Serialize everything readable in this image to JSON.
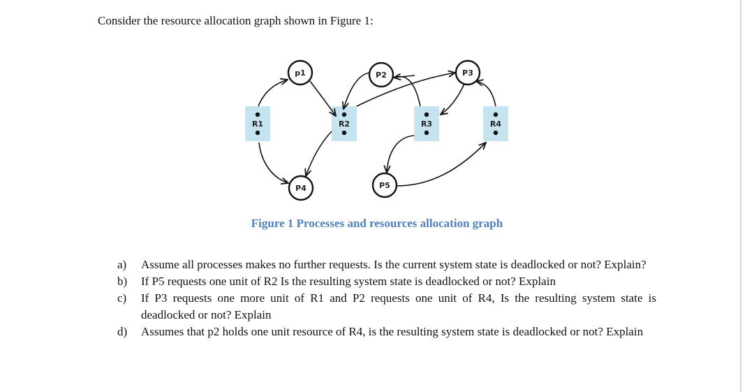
{
  "document": {
    "intro": "Consider the resource allocation graph shown in Figure 1:",
    "figure": {
      "processes": [
        {
          "id": "p1",
          "label": "p1"
        },
        {
          "id": "p2",
          "label": "P2"
        },
        {
          "id": "p3",
          "label": "P3"
        },
        {
          "id": "p4",
          "label": "P4"
        },
        {
          "id": "p5",
          "label": "P5"
        }
      ],
      "resources": [
        {
          "id": "r1",
          "label": "R1",
          "units": 2
        },
        {
          "id": "r2",
          "label": "R2",
          "units": 2
        },
        {
          "id": "r3",
          "label": "R3",
          "units": 2
        },
        {
          "id": "r4",
          "label": "R4",
          "units": 2
        }
      ],
      "colors": {
        "resource_fill": "#c6e3f0",
        "edge": "#111111",
        "caption": "#4f81bd"
      }
    },
    "caption": "Figure 1 Processes and resources allocation graph",
    "questions": [
      {
        "letter": "a)",
        "text": "Assume all processes makes no further requests. Is the current system state is deadlocked or not? Explain?"
      },
      {
        "letter": "b)",
        "text": "If P5 requests one unit of R2 Is the resulting system state is deadlocked or not? Explain"
      },
      {
        "letter": "c)",
        "text": "If P3 requests one more unit of R1 and P2 requests one unit of R4, Is the resulting system state is deadlocked or not? Explain"
      },
      {
        "letter": "d)",
        "text": "Assumes that p2 holds one unit resource of R4, is the resulting system state is deadlocked or not? Explain"
      }
    ]
  }
}
